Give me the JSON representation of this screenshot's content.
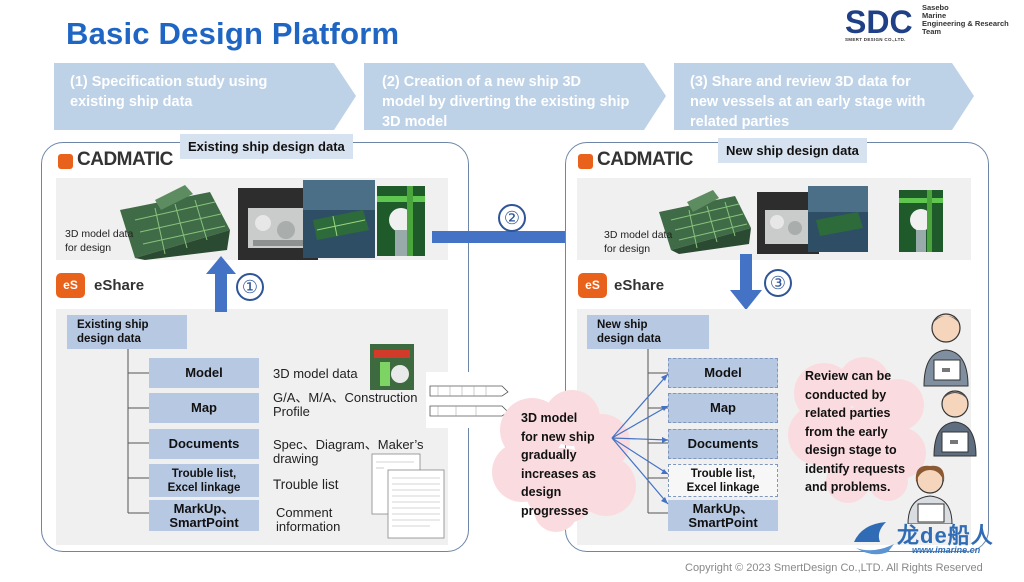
{
  "page_title": "Basic Design Platform",
  "brand": {
    "logo_text": "SDC",
    "logo_subtext": "SMERT DESIGN CO.,LTD.",
    "team_lines": [
      "Sasebo",
      "Marine",
      "Engineering & Research",
      "Team"
    ]
  },
  "steps": [
    {
      "line1": "(1) Specification study using",
      "line2": "existing ship data",
      "line3": ""
    },
    {
      "line1": "(2) Creation of a new ship 3D",
      "line2": "model by diverting the existing ship",
      "line3": "3D model"
    },
    {
      "line1": "(3) Share and review 3D data for",
      "line2": "new vessels at an early stage with",
      "line3": "related parties"
    }
  ],
  "left_panel": {
    "tag": "Existing ship design data",
    "cadmatic": "CADMATIC",
    "model_caption_1": "3D model data",
    "model_caption_2": "for design",
    "eshare_icon": "eS",
    "eshare": "eShare",
    "header_line1": "Existing ship",
    "header_line2": "design data",
    "items": [
      {
        "label": "Model",
        "desc": "3D model data"
      },
      {
        "label": "Map",
        "desc": "G/A、M/A、Construction Profile"
      },
      {
        "label": "Documents",
        "desc": "Spec、Diagram、Maker’s drawing"
      },
      {
        "label_1": "Trouble list,",
        "label_2": "Excel linkage",
        "desc": "Trouble list"
      },
      {
        "label_1": "MarkUp、",
        "label_2": "SmartPoint",
        "desc_1": "Comment",
        "desc_2": "information"
      }
    ]
  },
  "right_panel": {
    "tag": "New ship design data",
    "cadmatic": "CADMATIC",
    "model_caption_1": "3D model data",
    "model_caption_2": "for design",
    "eshare_icon": "eS",
    "eshare": "eShare",
    "header_line1": "New ship",
    "header_line2": "design data",
    "items": [
      "Model",
      "Map",
      "Documents"
    ],
    "item4_1": "Trouble list,",
    "item4_2": "Excel linkage",
    "item5_1": "MarkUp、",
    "item5_2": "SmartPoint"
  },
  "markers": {
    "one": "①",
    "two": "②",
    "three": "③"
  },
  "middle_cloud": [
    "3D model",
    "for new ship",
    "gradually",
    "increases as",
    "design",
    "progresses"
  ],
  "right_cloud": [
    "Review can be",
    "conducted by",
    "related parties",
    "from the early",
    "design stage to",
    "identify requests",
    "and problems."
  ],
  "watermark": {
    "brand": "龙de船人",
    "url": "www.imarine.cn"
  },
  "footer": "Copyright © 2023 SmertDesign Co.,LTD. All Rights Reserved",
  "colors": {
    "title": "#1f66c4",
    "chevron": "#bdd1e7",
    "arrow": "#4472c4",
    "box": "#b7c8e3",
    "cloud": "#fadce0",
    "accent_orange": "#e9621c"
  }
}
